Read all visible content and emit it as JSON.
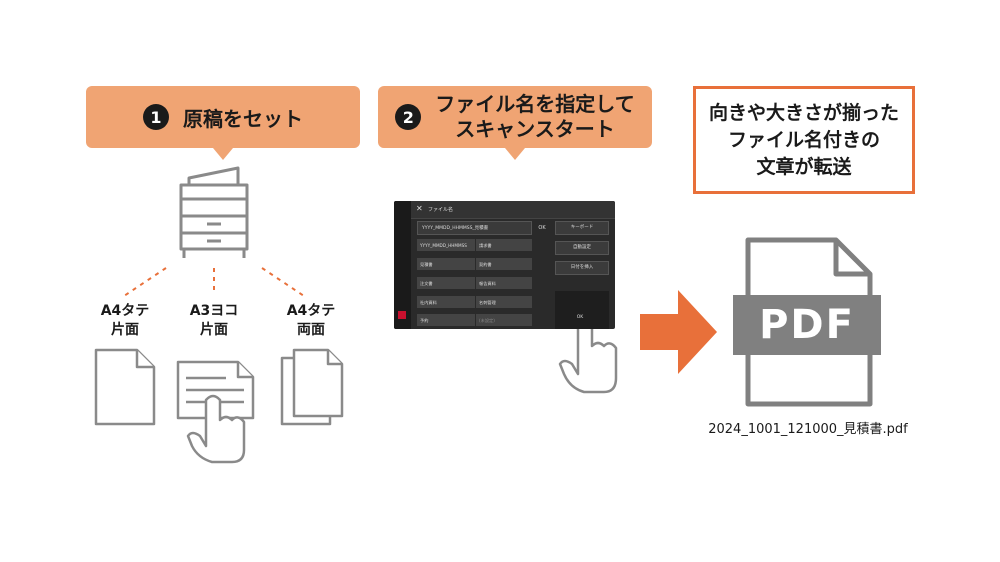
{
  "step1": {
    "number": "1",
    "label": "原稿をセット"
  },
  "step2": {
    "number": "2",
    "line1": "ファイル名を指定して",
    "line2": "スキャンスタート"
  },
  "result": {
    "line1": "向きや大きさが揃った",
    "line2": "ファイル名付きの",
    "line3": "文章が転送"
  },
  "docs": [
    {
      "line1": "A4タテ",
      "line2": "片面"
    },
    {
      "line1": "A3ヨコ",
      "line2": "片面"
    },
    {
      "line1": "A4タテ",
      "line2": "両面"
    }
  ],
  "screen": {
    "title": "ファイル名",
    "filename_value": "YYYY_MMDD_HHMMSS_見積書",
    "ok": "OK",
    "keyboard": "キーボード",
    "auto_toggle": "自動設定",
    "date_insert": "日付を挿入",
    "cells": [
      "YYYY_MMDD_HHMMSS",
      "請求書",
      "見積書",
      "契約書",
      "注文書",
      "報告資料",
      "社内資料",
      "名刺管理",
      "予約",
      "(未設定)"
    ],
    "ok_button": "OK"
  },
  "pdf": {
    "badge": "PDF",
    "filename": "2024_1001_121000_見積書.pdf"
  },
  "colors": {
    "orange_bubble": "#f0a473",
    "orange_arrow": "#e8703a",
    "icon_gray": "#8a8a8a",
    "pdf_gray": "#808080"
  }
}
